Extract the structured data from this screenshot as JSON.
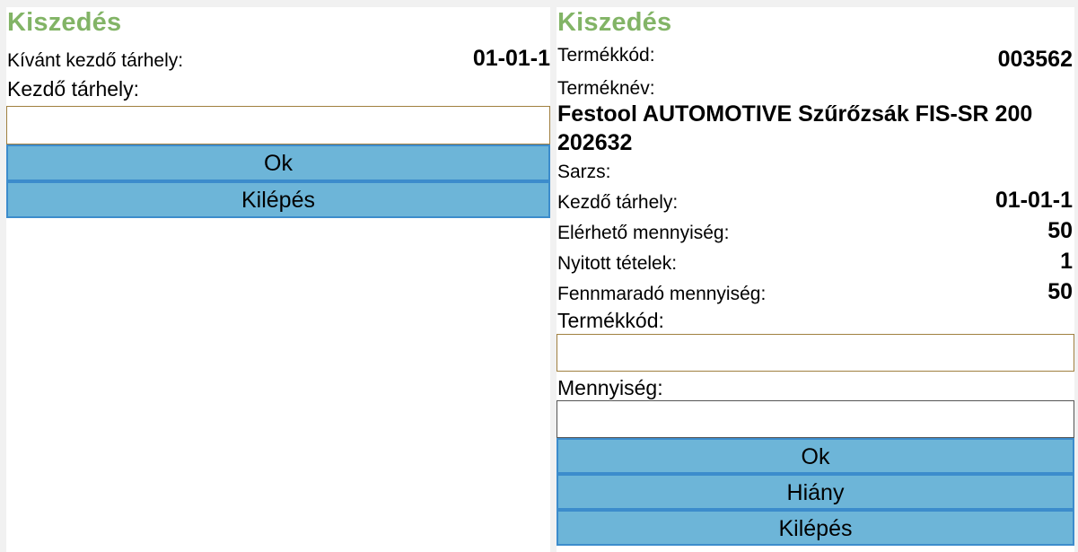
{
  "left": {
    "title": "Kiszedés",
    "desired_location_label": "Kívánt kezdő tárhely:",
    "desired_location_value": "01-01-1",
    "start_location_label": "Kezdő tárhely:",
    "start_location_value": "",
    "ok_label": "Ok",
    "exit_label": "Kilépés"
  },
  "right": {
    "title": "Kiszedés",
    "product_code_label": "Termékkód:",
    "product_code_value": "003562",
    "product_name_label": "Terméknév:",
    "product_name_value": "Festool AUTOMOTIVE Szűrőzsák FIS-SR 200 202632",
    "batch_label": "Sarzs:",
    "start_location_label": "Kezdő tárhely:",
    "start_location_value": "01-01-1",
    "available_qty_label": "Elérhető mennyiség:",
    "available_qty_value": "50",
    "open_items_label": "Nyitott tételek:",
    "open_items_value": "1",
    "remaining_qty_label": "Fennmaradó mennyiség:",
    "remaining_qty_value": "50",
    "product_code_input_label": "Termékkód:",
    "product_code_input_value": "",
    "quantity_input_label": "Mennyiség:",
    "quantity_input_value": "",
    "ok_label": "Ok",
    "shortage_label": "Hiány",
    "exit_label": "Kilépés"
  },
  "colors": {
    "title": "#82b466",
    "button_bg": "#6db5d8",
    "button_border": "#3c8ccc",
    "input_border": "#a08040"
  }
}
